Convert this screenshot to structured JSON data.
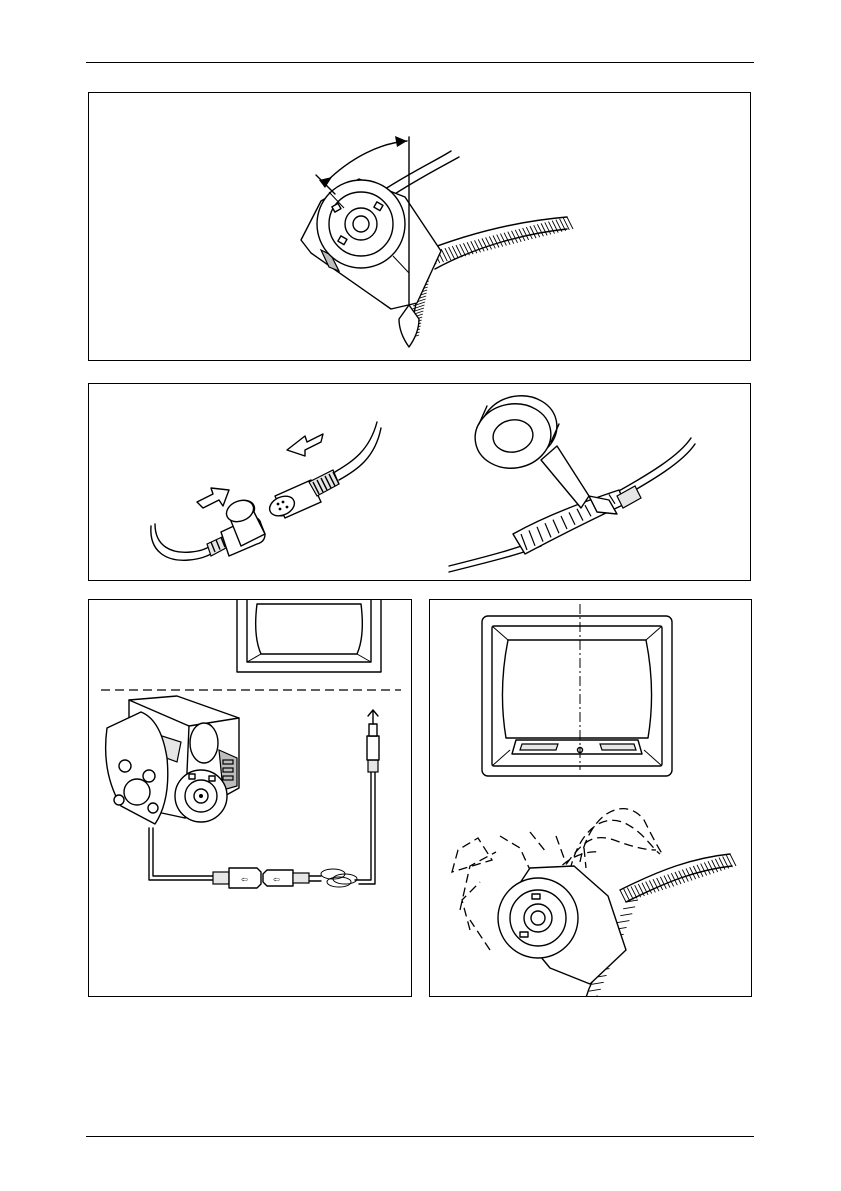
{
  "figures": [
    {
      "name": "camera-tilt-adjustment"
    },
    {
      "name": "plug-connection"
    },
    {
      "name": "insulation-tape-wrap"
    },
    {
      "name": "camera-cable-to-monitor"
    },
    {
      "name": "monitor-alignment-and-swivel-range"
    }
  ]
}
